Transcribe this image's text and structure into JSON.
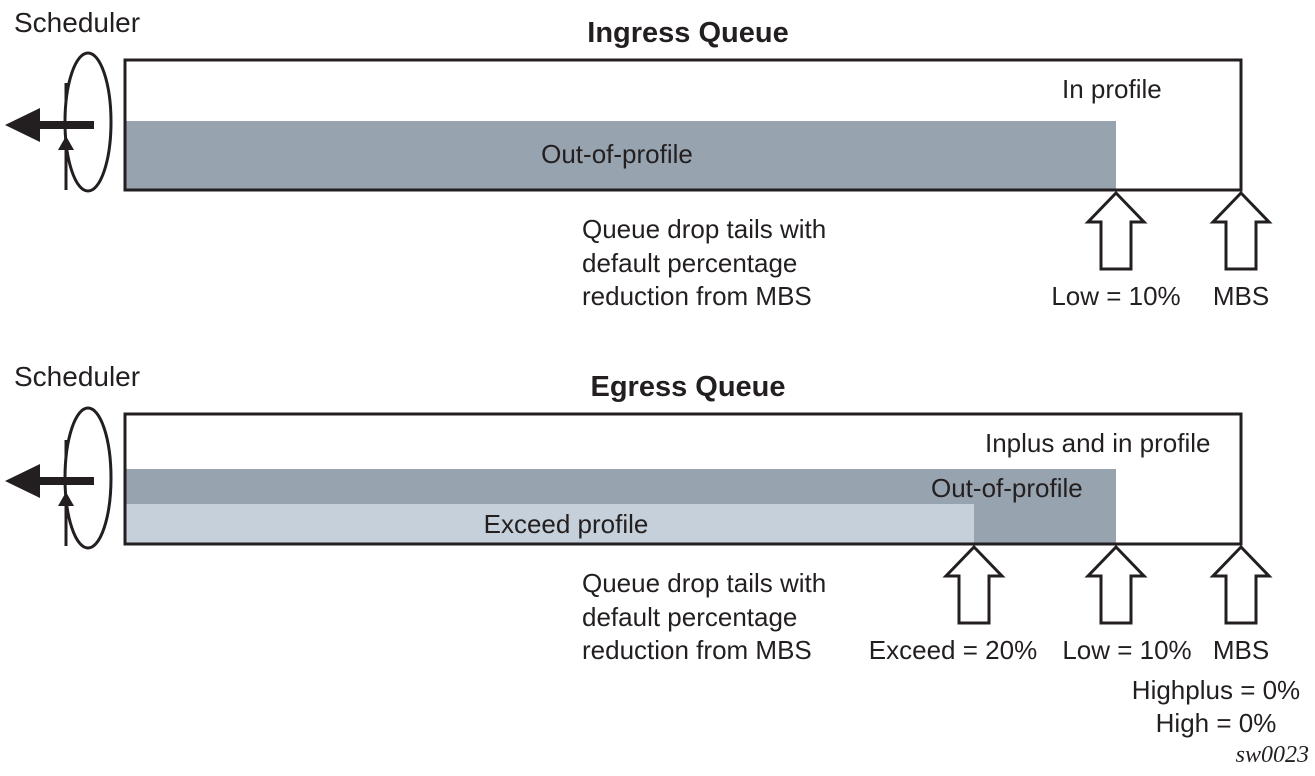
{
  "colors": {
    "dark_fill": "#97a3ae",
    "light_fill": "#c5d0da",
    "stroke": "#231f20",
    "background": "#ffffff"
  },
  "icons": [
    "scheduler-rotation-icon",
    "scheduler-output-arrow-icon",
    "threshold-up-arrow-icon"
  ],
  "ingress": {
    "scheduler_label": "Scheduler",
    "title": "Ingress Queue",
    "region_labels": {
      "in_profile": "In profile",
      "out_of_profile": "Out-of-profile"
    },
    "note_lines": [
      "Queue drop tails with",
      "default percentage",
      "reduction from MBS"
    ],
    "thresholds": [
      {
        "label": "Low = 10%",
        "reduction_pct": 10
      },
      {
        "label": "MBS",
        "reduction_pct": 0
      }
    ]
  },
  "egress": {
    "scheduler_label": "Scheduler",
    "title": "Egress Queue",
    "region_labels": {
      "inplus_in_profile": "Inplus and in profile",
      "out_of_profile": "Out-of-profile",
      "exceed_profile": "Exceed profile"
    },
    "note_lines": [
      "Queue drop tails with",
      "default percentage",
      "reduction from MBS"
    ],
    "thresholds": [
      {
        "label": "Exceed = 20%",
        "reduction_pct": 20
      },
      {
        "label": "Low = 10%",
        "reduction_pct": 10
      },
      {
        "label": "MBS",
        "reduction_pct": 0
      }
    ],
    "mbs_notes": [
      "Highplus = 0%",
      "High = 0%"
    ]
  },
  "figure_ref": "sw0023"
}
